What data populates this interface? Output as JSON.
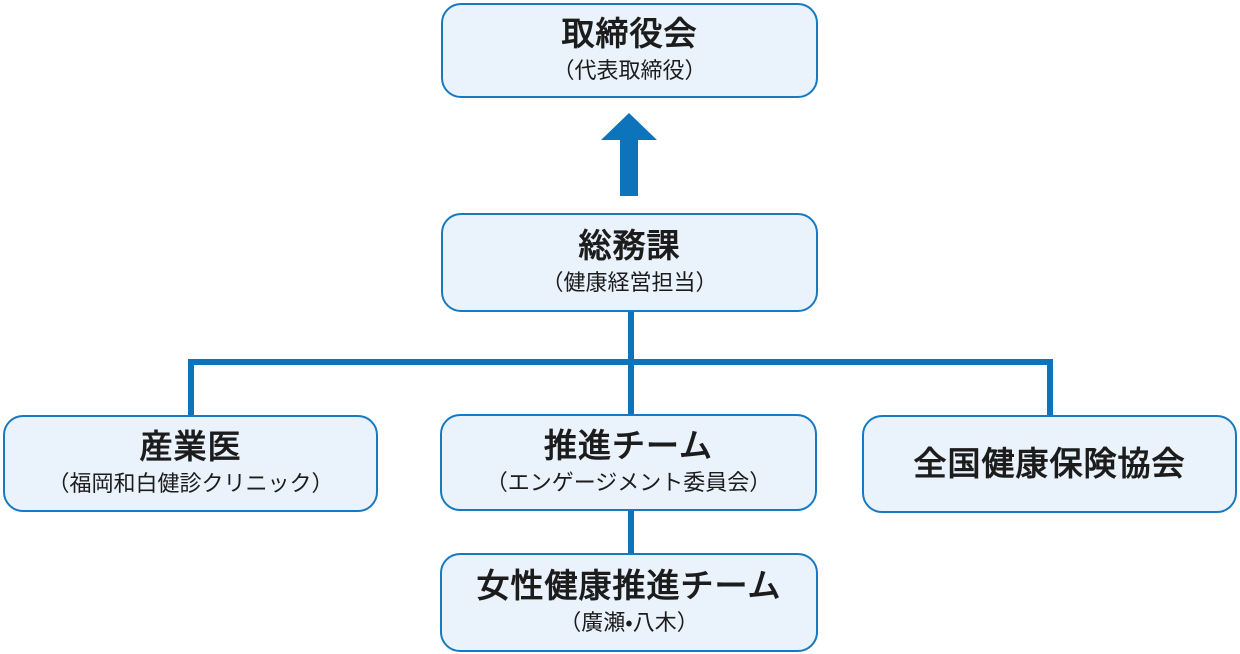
{
  "colors": {
    "background": "#ffffff",
    "box_fill": "#eaf2fb",
    "box_border": "#1779c1",
    "connector": "#0d74bc",
    "text": "#1c1c1c"
  },
  "nodes": {
    "board": {
      "title": "取締役会",
      "subtitle": "（代表取締役）"
    },
    "soumuka": {
      "title": "総務課",
      "subtitle": "（健康経営担当）"
    },
    "sangyoi": {
      "title": "産業医",
      "subtitle": "（福岡和白健診クリニック）"
    },
    "suishin_team": {
      "title": "推進チーム",
      "subtitle": "（エンゲージメント委員会）"
    },
    "kyokai": {
      "title": "全国健康保険協会"
    },
    "josei_team": {
      "title": "女性健康推進チーム",
      "subtitle": "（廣瀬・八木）"
    }
  },
  "edges": [
    {
      "from": "soumuka",
      "to": "board",
      "style": "arrow-up"
    },
    {
      "from": "soumuka",
      "to": "sangyoi",
      "style": "line"
    },
    {
      "from": "soumuka",
      "to": "suishin_team",
      "style": "line"
    },
    {
      "from": "soumuka",
      "to": "kyokai",
      "style": "line"
    },
    {
      "from": "suishin_team",
      "to": "josei_team",
      "style": "line"
    }
  ]
}
